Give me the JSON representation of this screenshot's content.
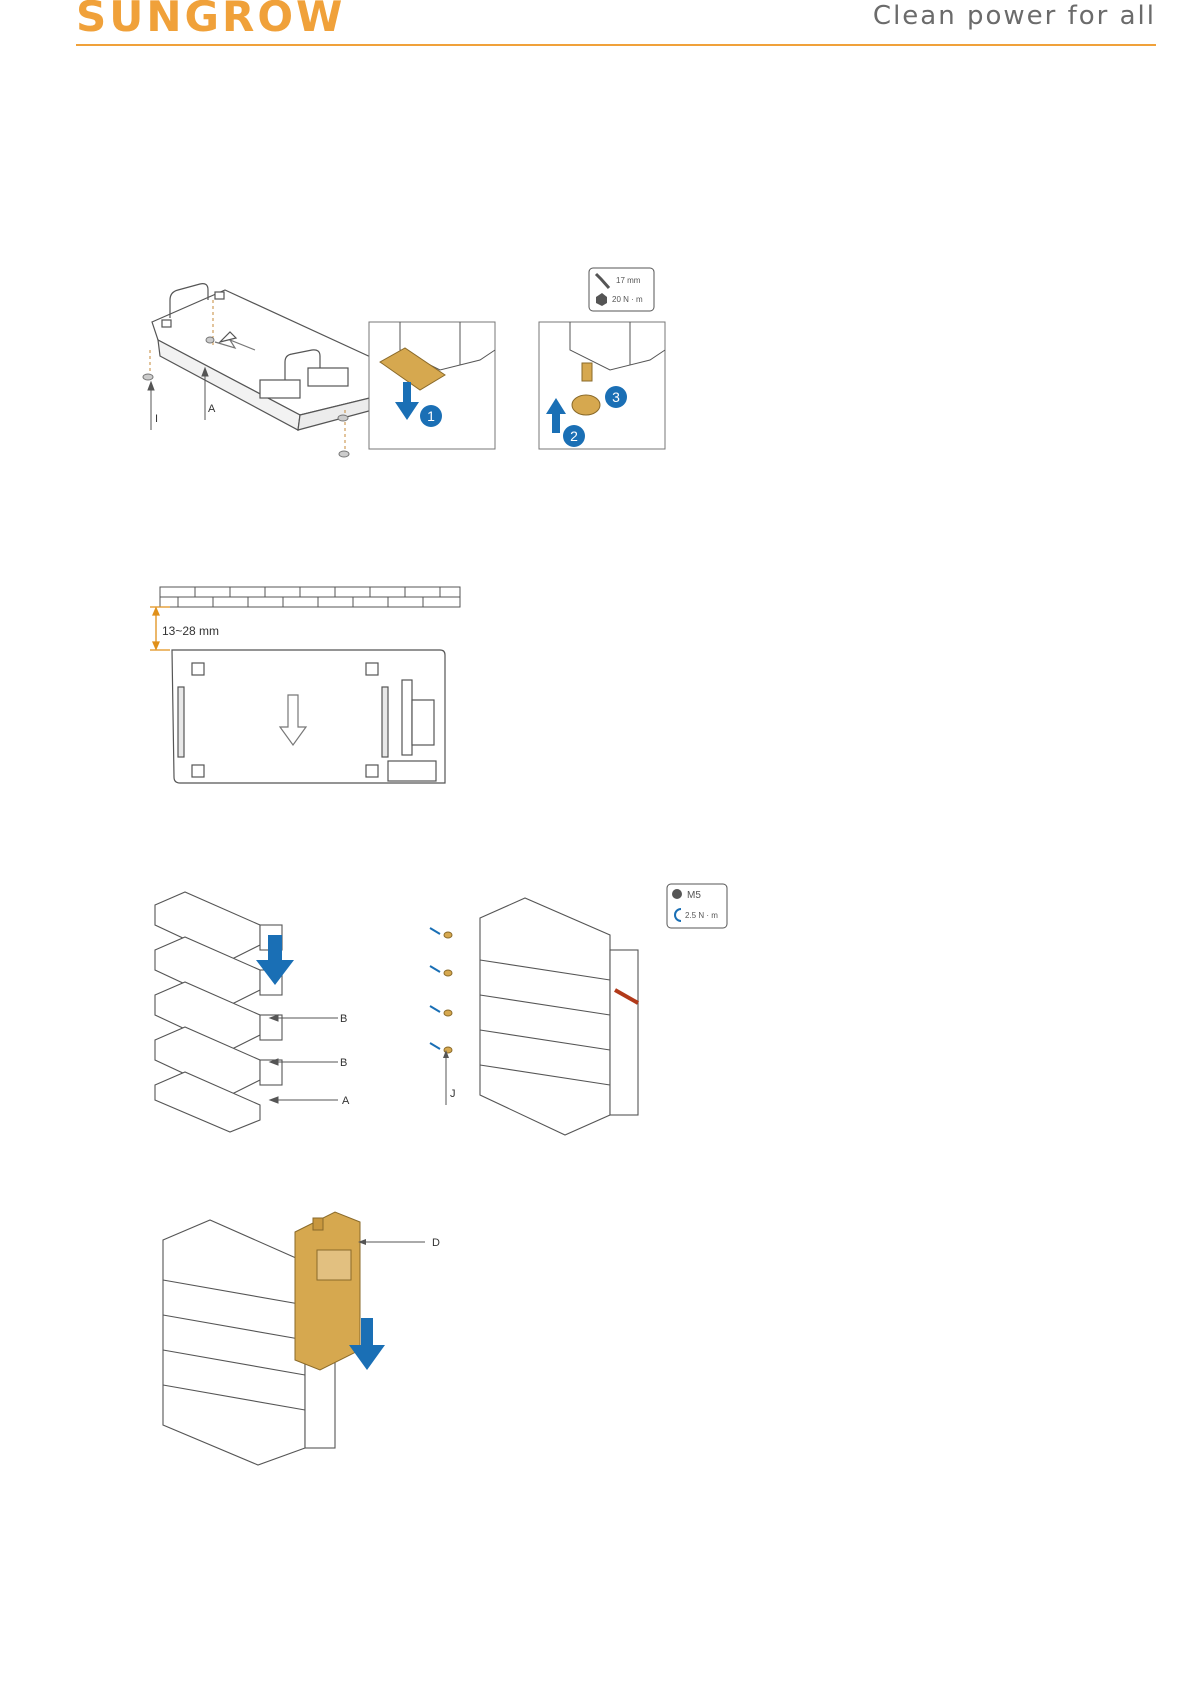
{
  "header": {
    "brand": "SUNGROW",
    "slogan": "Clean power for all"
  },
  "colors": {
    "accent": "#f0a13a",
    "arrow_blue": "#1a6fb5",
    "part_gold": "#d6a84f",
    "line": "#555555"
  },
  "figure1": {
    "labels": {
      "i": "I",
      "a": "A"
    },
    "tool": {
      "icon": "wrench-icon",
      "size": "17 mm",
      "torque_icon": "nut-icon",
      "torque": "20 N · m"
    },
    "steps": [
      "1",
      "2",
      "3"
    ]
  },
  "figure2": {
    "gap": "13~28 mm"
  },
  "figure3": {
    "labels": {
      "b1": "B",
      "b2": "B",
      "a": "A",
      "j": "J"
    },
    "screw": {
      "icon": "screw-head-icon",
      "size": "M5",
      "torque_icon": "rotate-icon",
      "torque": "2.5 N · m"
    }
  },
  "figure4": {
    "labels": {
      "d": "D"
    }
  }
}
